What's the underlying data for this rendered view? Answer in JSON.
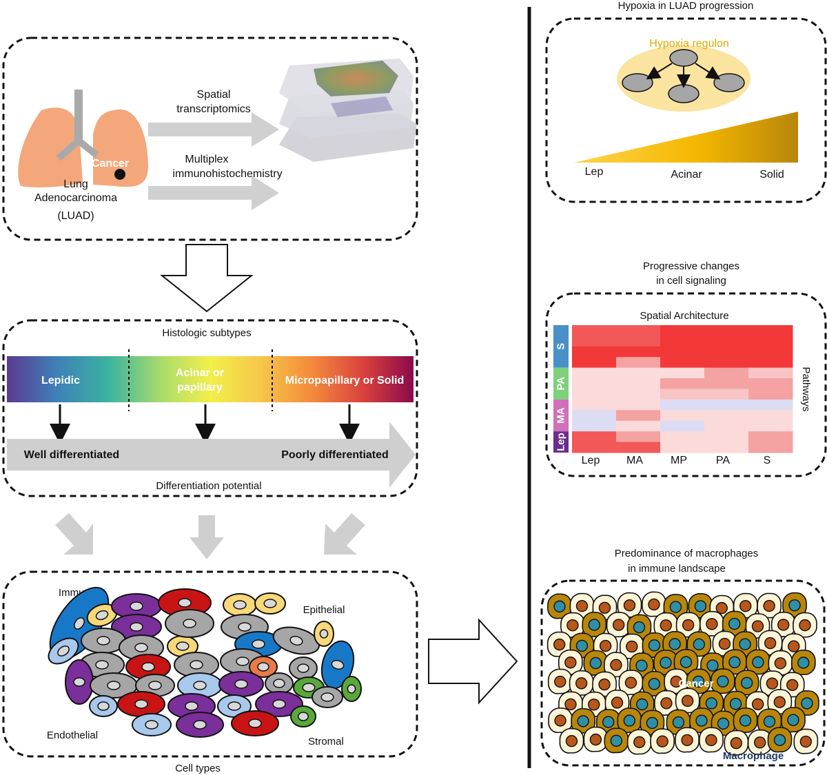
{
  "panel_lung": {
    "lung_label_lines": [
      "Lung",
      "Adenocarcinoma",
      "(LUAD)"
    ],
    "cancer_label": "Cancer",
    "arrow1_label_lines": [
      "Spatial",
      "transcriptomics"
    ],
    "arrow2_label_lines": [
      "Multiplex",
      "immunohistochemistry"
    ]
  },
  "panel_histology": {
    "title": "Histologic subtypes",
    "subtypes": [
      "Lepidic",
      "Acinar or\npapillary",
      "Micropapillary or Solid"
    ],
    "well": "Well differentiated",
    "poor": "Poorly differentiated",
    "footer": "Differentiation potential"
  },
  "panel_cells": {
    "labels": {
      "immune": "Immune",
      "epithelial": "Epithelial",
      "endothelial": "Endothelial",
      "stromal": "Stromal"
    },
    "footer": "Cell types"
  },
  "panel_hypoxia": {
    "title": "Hypoxia in LUAD progression",
    "regulon": "Hypoxia regulon",
    "ticks": [
      "Lep",
      "Acinar",
      "Solid"
    ],
    "colors": {
      "regulon": "#f2b705",
      "ramp_start": "#ffd34d",
      "ramp_end": "#b8860b"
    }
  },
  "panel_signaling": {
    "title_lines": [
      "Progressive changes",
      "in cell signaling"
    ],
    "heatmap_title": "Spatial Architecture",
    "row_groups": [
      "S",
      "PA",
      "MA",
      "Lep"
    ],
    "row_group_colors": [
      "#4a90c8",
      "#7ed07a",
      "#d070b8",
      "#6a2c91"
    ],
    "col_labels": [
      "Lep",
      "MA",
      "MP",
      "PA",
      "S"
    ],
    "side_label": "Pathways"
  },
  "panel_macrophage": {
    "title_lines": [
      "Predominance of macrophages",
      "in immune landscape"
    ],
    "cancer_label": "Cancer",
    "macrophage_label": "Macrophage"
  }
}
